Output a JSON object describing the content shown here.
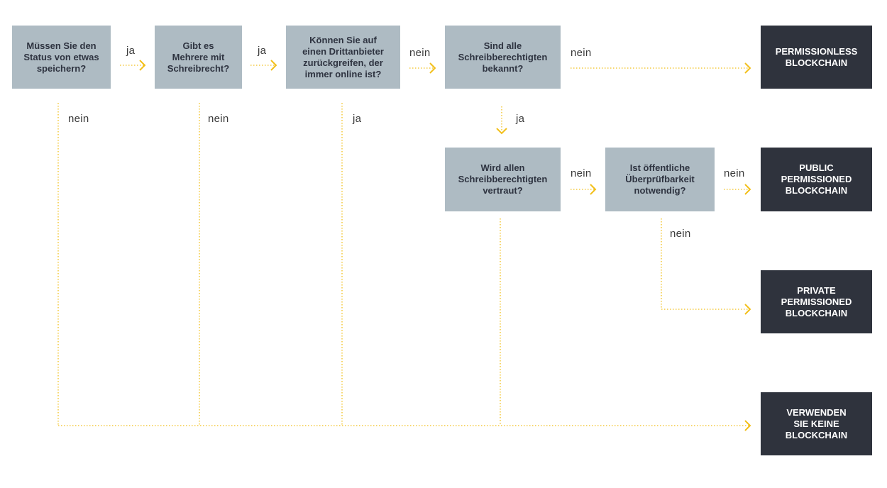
{
  "colors": {
    "question_bg": "#aebbc3",
    "question_text": "#2e3340",
    "result_bg": "#2f333d",
    "result_text": "#ffffff",
    "line": "#f2bf1a",
    "label_text": "#3a3a3a"
  },
  "questions": {
    "q1": "Müssen Sie den\nStatus von etwas\nspeichern?",
    "q2": "Gibt es\nMehrere mit\nSchreibrecht?",
    "q3": "Können Sie auf\neinen Drittanbieter\nzurückgreifen, der\nimmer online ist?",
    "q4": "Sind alle\nSchreibberechtigten\nbekannt?",
    "q5": "Wird allen\nSchreibberechtigten\nvertraut?",
    "q6": "Ist öffentliche\nÜberprüfbarkeit\nnotwendig?"
  },
  "results": {
    "r1": "PERMISSIONLESS\nBLOCKCHAIN",
    "r2": "PUBLIC\nPERMISSIONED\nBLOCKCHAIN",
    "r3": "PRIVATE\nPERMISSIONED\nBLOCKCHAIN",
    "r4": "VERWENDEN\nSIE KEINE\nBLOCKCHAIN"
  },
  "labels": {
    "q1_q2": "ja",
    "q2_q3": "ja",
    "q3_q4": "nein",
    "q4_r1": "nein",
    "q1_down": "nein",
    "q2_down": "nein",
    "q3_down": "ja",
    "q4_q5": "ja",
    "q5_q6": "nein",
    "q6_r2": "nein",
    "q6_r3": "nein"
  }
}
